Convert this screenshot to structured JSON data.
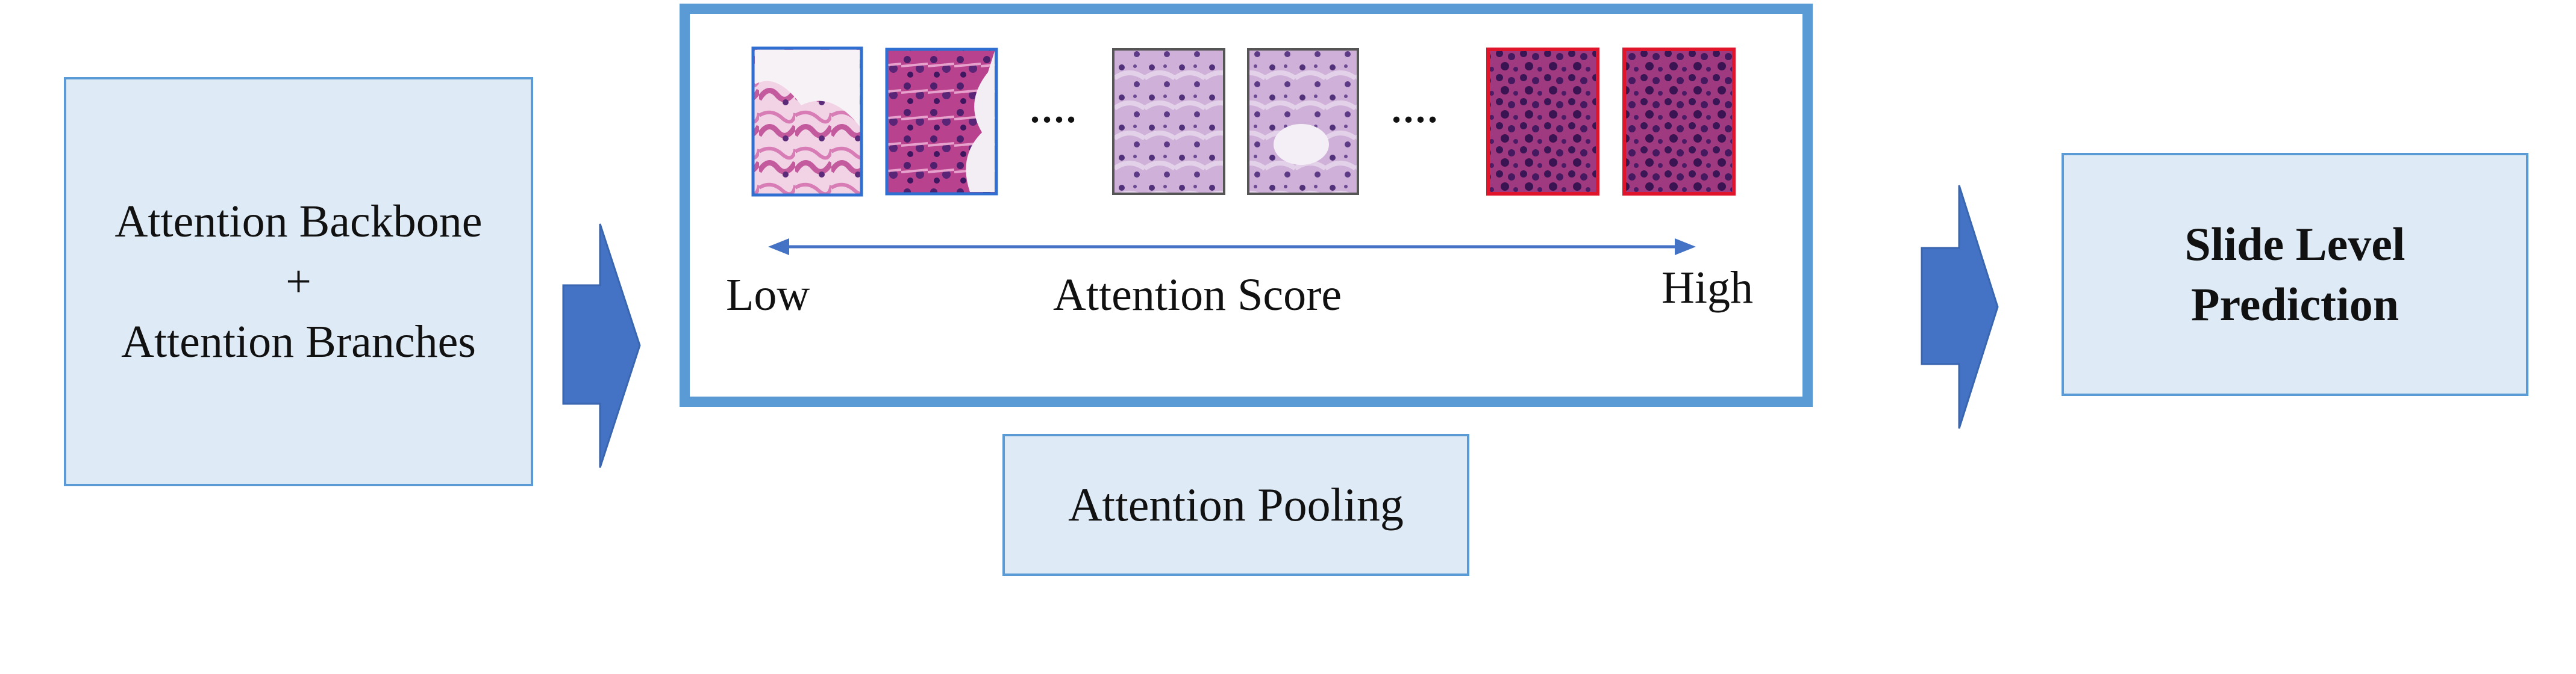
{
  "backbone": {
    "line1": "Attention Backbone",
    "line2": "+",
    "line3": "Attention Branches"
  },
  "slide": {
    "line1": "Slide Level",
    "line2": "Prediction"
  },
  "pooling": {
    "label": "Attention Pooling"
  },
  "scale": {
    "low": "Low",
    "title": "Attention Score",
    "high": "High"
  },
  "ellipsis": "....",
  "colors": {
    "box_fill": "#deebf6",
    "box_border": "#5b9bd5",
    "arrow": "#4472c4",
    "low_border": "#2e6fd1",
    "mid_border": "#555555",
    "high_border": "#e0142a"
  },
  "patches": [
    {
      "level": "low",
      "tone": "light-pink"
    },
    {
      "level": "low",
      "tone": "magenta"
    },
    {
      "level": "mid",
      "tone": "lilac"
    },
    {
      "level": "mid",
      "tone": "lilac"
    },
    {
      "level": "high",
      "tone": "deep-magenta"
    },
    {
      "level": "high",
      "tone": "deep-magenta"
    }
  ]
}
